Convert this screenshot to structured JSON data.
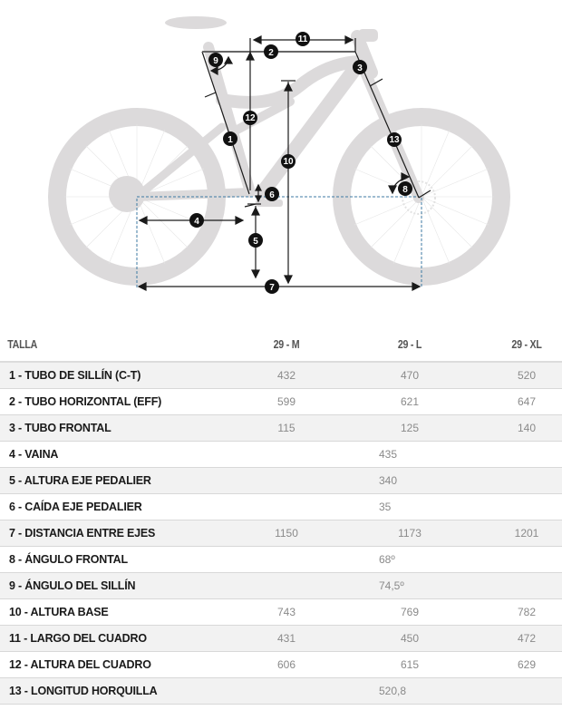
{
  "diagram": {
    "name": "bike-geometry-diagram",
    "badges": [
      "1",
      "2",
      "3",
      "4",
      "5",
      "6",
      "7",
      "8",
      "9",
      "10",
      "11",
      "12",
      "13"
    ],
    "colors": {
      "bike": "#dcdadb",
      "lines": "#1a1a1a",
      "dashed": "#3d7aa3",
      "badge": "#111111"
    }
  },
  "table": {
    "headers": {
      "label": "TALLA",
      "sizes": [
        "29 - M",
        "29 - L",
        "29 - XL"
      ]
    },
    "rows": [
      {
        "label": "1 - TUBO DE SILLÍN (C-T)",
        "values": [
          "432",
          "470",
          "520"
        ]
      },
      {
        "label": "2 - TUBO HORIZONTAL (EFF)",
        "values": [
          "599",
          "621",
          "647"
        ]
      },
      {
        "label": "3 - TUBO FRONTAL",
        "values": [
          "115",
          "125",
          "140"
        ]
      },
      {
        "label": "4 - VAINA",
        "shared": "435"
      },
      {
        "label": "5 - ALTURA EJE PEDALIER",
        "shared": "340"
      },
      {
        "label": "6 - CAÍDA EJE PEDALIER",
        "shared": "35"
      },
      {
        "label": "7 - DISTANCIA ENTRE EJES",
        "values": [
          "1150",
          "1173",
          "1201"
        ]
      },
      {
        "label": "8 - ÁNGULO FRONTAL",
        "shared": "68º"
      },
      {
        "label": "9 - ÁNGULO DEL SILLÍN",
        "shared": "74,5º"
      },
      {
        "label": "10 - ALTURA BASE",
        "values": [
          "743",
          "769",
          "782"
        ]
      },
      {
        "label": "11 - LARGO DEL CUADRO",
        "values": [
          "431",
          "450",
          "472"
        ]
      },
      {
        "label": "12 - ALTURA DEL CUADRO",
        "values": [
          "606",
          "615",
          "629"
        ]
      },
      {
        "label": "13 - LONGITUD HORQUILLA",
        "shared": "520,8"
      }
    ]
  }
}
